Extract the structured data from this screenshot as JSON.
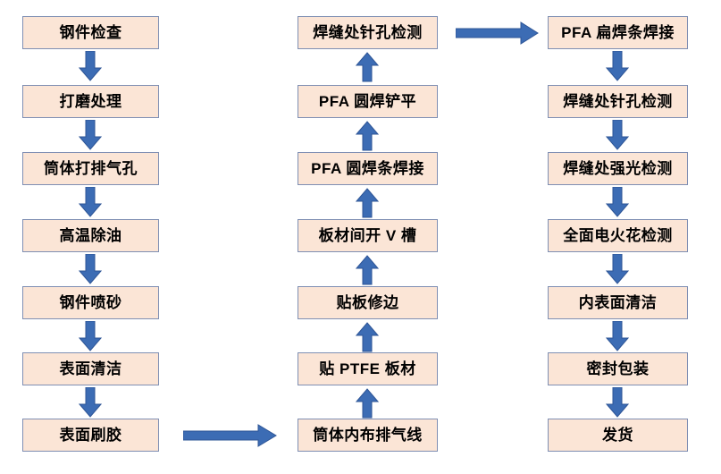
{
  "diagram": {
    "title": "PFA lining manufacturing process flowchart",
    "colors": {
      "node_fill": "#FBE5D6",
      "node_border": "#7F8FB3",
      "arrow_fill": "#3C6CB4",
      "arrow_stroke": "#2E5596",
      "background": "#FFFFFF",
      "text": "#000000"
    },
    "columns": [
      {
        "name": "column-1-preparation",
        "direction": "down",
        "nodes": [
          {
            "label": "钢件检查"
          },
          {
            "label": "打磨处理"
          },
          {
            "label": "筒体打排气孔"
          },
          {
            "label": "高温除油"
          },
          {
            "label": "钢件喷砂"
          },
          {
            "label": "表面清洁"
          },
          {
            "label": "表面刷胶"
          }
        ]
      },
      {
        "name": "column-2-lining-welding",
        "direction": "up",
        "nodes": [
          {
            "label": "焊缝处针孔检测"
          },
          {
            "label": "PFA 圆焊铲平"
          },
          {
            "label": "PFA 圆焊条焊接"
          },
          {
            "label": "板材间开 V 槽"
          },
          {
            "label": "贴板修边"
          },
          {
            "label": "贴 PTFE 板材"
          },
          {
            "label": "筒体内布排气线"
          }
        ]
      },
      {
        "name": "column-3-inspection-delivery",
        "direction": "down",
        "nodes": [
          {
            "label": "PFA 扁焊条焊接"
          },
          {
            "label": "焊缝处针孔检测"
          },
          {
            "label": "焊缝处强光检测"
          },
          {
            "label": "全面电火花检测"
          },
          {
            "label": "内表面清洁"
          },
          {
            "label": "密封包装"
          },
          {
            "label": "发货"
          }
        ]
      }
    ],
    "connectors": {
      "bottom_left_to_middle": {
        "name": "arrow-col1-to-col2",
        "direction": "right"
      },
      "top_middle_to_right": {
        "name": "arrow-col2-to-col3",
        "direction": "right"
      }
    }
  }
}
